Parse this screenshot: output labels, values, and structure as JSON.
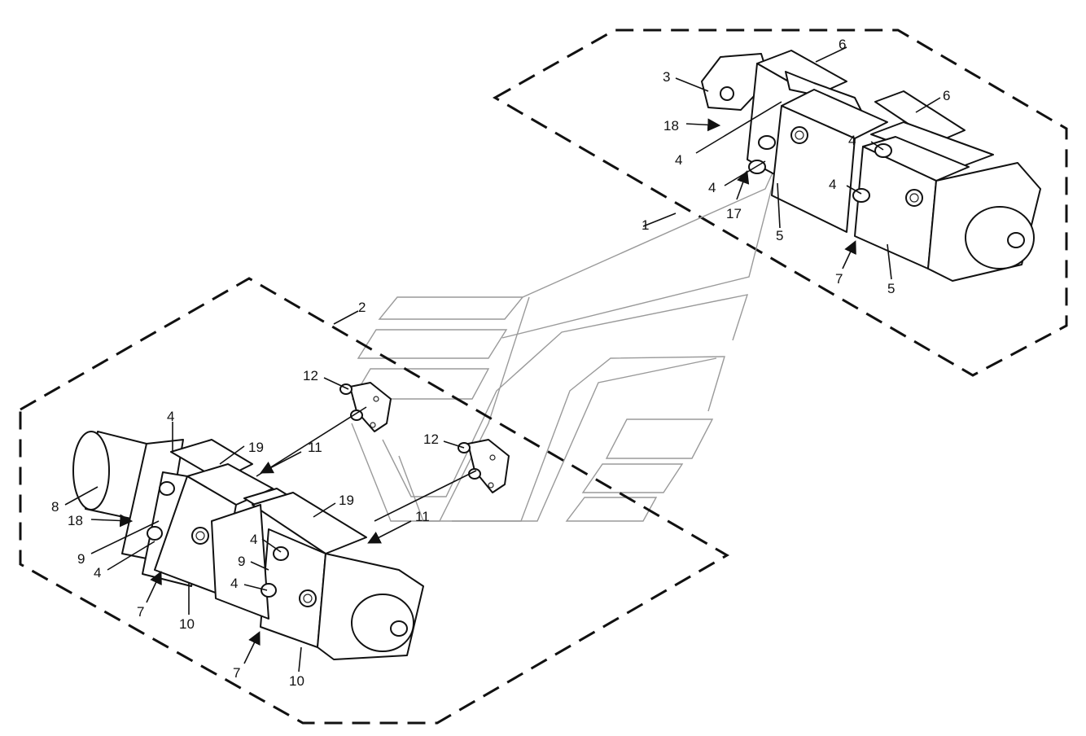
{
  "callouts": {
    "c1": "1",
    "c2": "2",
    "c3": "3",
    "c4a": "4",
    "c4b": "4",
    "c4c": "4",
    "c4d": "4",
    "c4e": "4",
    "c4f": "4",
    "c4g": "4",
    "c4h": "4",
    "c5a": "5",
    "c5b": "5",
    "c6a": "6",
    "c6b": "6",
    "c7a": "7",
    "c7b": "7",
    "c7c": "7",
    "c8": "8",
    "c9a": "9",
    "c9b": "9",
    "c10a": "10",
    "c10b": "10",
    "c11a": "11",
    "c11b": "11",
    "c12a": "12",
    "c12b": "12",
    "c17": "17",
    "c18a": "18",
    "c18b": "18",
    "c19a": "19",
    "c19b": "19"
  },
  "colors": {
    "line": "#111111",
    "watermark": "#9a9a9a",
    "background": "#ffffff"
  }
}
